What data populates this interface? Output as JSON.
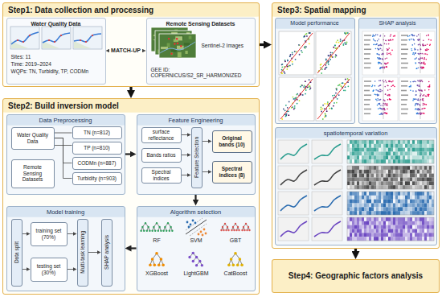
{
  "diagram": {
    "nodes": [
      {
        "text": [
          "Step1: Data collection and processing"
        ]
      },
      {
        "text": [
          "Water Quality Data",
          "Sites: 11",
          "Time: 2019–2024",
          "WQPs: TN, Turbidity, TP, CODMn"
        ],
        "in": 0
      },
      {
        "text": [
          "Remote Sensing Datasets",
          "Sentinel-2 Images",
          "GEE ID: COPERNICUS/S2_SR_HARMONIZED"
        ],
        "in": 0
      },
      {
        "text": [
          "Step2: Build inversion model"
        ]
      },
      {
        "text": [
          "Data Preprocessing"
        ],
        "in": 3
      },
      {
        "text": [
          "Water Quality Data"
        ],
        "in": 4
      },
      {
        "text": [
          "Remote Sensing Datasets"
        ],
        "in": 4
      },
      {
        "text": [
          "TN (n=812)"
        ],
        "in": 4
      },
      {
        "text": [
          "TP (n=810)"
        ],
        "in": 4
      },
      {
        "text": [
          "CODMn (n=887)"
        ],
        "in": 4
      },
      {
        "text": [
          "Turbidity (n=903)"
        ],
        "in": 4
      },
      {
        "text": [
          "Feature Engineering"
        ],
        "in": 3
      },
      {
        "text": [
          "surface reflectance"
        ],
        "in": 11
      },
      {
        "text": [
          "Bands ratios"
        ],
        "in": 11
      },
      {
        "text": [
          "Spectral indices"
        ],
        "in": 11
      },
      {
        "text": [
          "Feature Selection"
        ],
        "in": 11
      },
      {
        "text": [
          "Original bands (10)"
        ],
        "in": 11
      },
      {
        "text": [
          "Spectral indices (8)"
        ],
        "in": 11
      },
      {
        "text": [
          "Model training"
        ],
        "in": 3
      },
      {
        "text": [
          "Data split"
        ],
        "in": 18
      },
      {
        "text": [
          "training set (70%)"
        ],
        "in": 18
      },
      {
        "text": [
          "testing set (30%)"
        ],
        "in": 18
      },
      {
        "text": [
          "Multi-task learning"
        ],
        "in": 18
      },
      {
        "text": [
          "SHAP analysis"
        ],
        "in": 18
      },
      {
        "text": [
          "Algorithm selection"
        ],
        "in": 3
      },
      {
        "text": [
          "Step3: Spatial mapping"
        ]
      },
      {
        "text": [
          "Model performance"
        ],
        "in": 25
      },
      {
        "text": [
          "SHAP analysis"
        ],
        "in": 25
      },
      {
        "text": [
          "spatiotemporal variation"
        ],
        "in": 25
      },
      {
        "text": [
          "Step4: Geographic factors analysis"
        ]
      }
    ],
    "edges": [
      {
        "from": 1,
        "to": 2,
        "label": "MATCH-UP",
        "arrow": "both"
      },
      {
        "from": 0,
        "to": 3,
        "arrow": "to"
      },
      {
        "from": 0,
        "to": 25,
        "arrow": "to"
      },
      {
        "from": 25,
        "to": 29,
        "arrow": "to"
      },
      {
        "from": 5,
        "to": 7,
        "arrow": "none"
      },
      {
        "from": 5,
        "to": 8,
        "arrow": "none"
      },
      {
        "from": 5,
        "to": 9,
        "arrow": "none"
      },
      {
        "from": 5,
        "to": 10,
        "arrow": "none"
      },
      {
        "from": 4,
        "to": 11,
        "arrow": "to"
      },
      {
        "from": 12,
        "to": 15,
        "arrow": "to"
      },
      {
        "from": 13,
        "to": 15,
        "arrow": "to"
      },
      {
        "from": 14,
        "to": 15,
        "arrow": "to"
      },
      {
        "from": 15,
        "to": 16,
        "arrow": "to"
      },
      {
        "from": 15,
        "to": 17,
        "arrow": "to"
      },
      {
        "from": 11,
        "to": 24,
        "arrow": "to"
      },
      {
        "from": 24,
        "to": 18,
        "arrow": "to"
      },
      {
        "from": 19,
        "to": 20,
        "arrow": "to"
      },
      {
        "from": 19,
        "to": 21,
        "arrow": "to"
      },
      {
        "from": 20,
        "to": 22,
        "arrow": "to"
      },
      {
        "from": 21,
        "to": 22,
        "arrow": "to"
      },
      {
        "from": 22,
        "to": 23,
        "arrow": "to"
      }
    ],
    "labels": [
      "RF",
      "SVM",
      "GBT",
      "XGBoost",
      "LightGBM",
      "CatBoost"
    ]
  }
}
